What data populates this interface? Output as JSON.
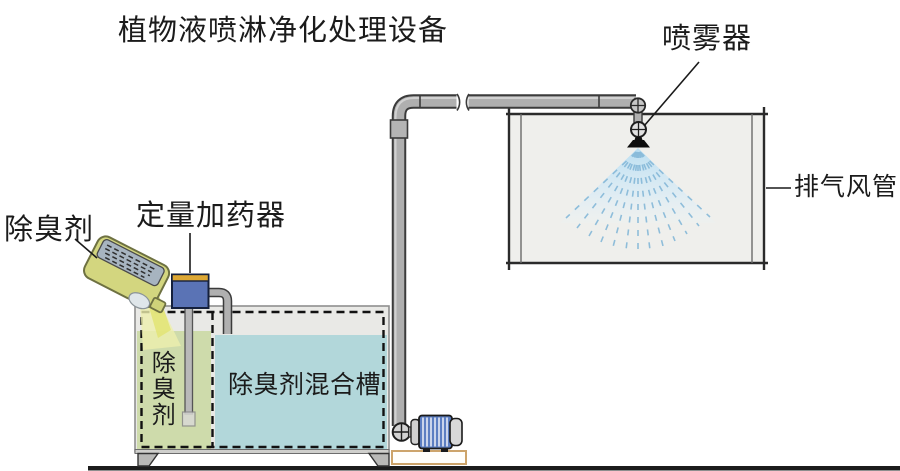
{
  "diagram": {
    "title": "植物液喷淋净化处理设备",
    "labels": {
      "sprayer": "喷雾器",
      "exhaust_duct": "排气风管",
      "deodorant_bottle": "除臭剂",
      "dosing_device": "定量加药器",
      "tank_left_compartment": "除臭剂",
      "mixing_tank": "除臭剂混合槽"
    },
    "colors": {
      "left_liquid": "#cedbab",
      "mixing_liquid": "#b2d7da",
      "tank_headspace": "#e9e9e6",
      "duct_interior": "#efefec",
      "dosing_box": "#5a73b5",
      "dosing_box_lid": "#dda733",
      "pump_body": "#5c7ec2",
      "bottle_body": "#d3d67f",
      "bottle_label": "#a7b4c0",
      "pour_stream": "#e2e478",
      "pour_fan": "#edefae",
      "spray_mist": "#bfe0f2",
      "spray_rays": "#85b8d8",
      "pipe_fill": "#afafaf",
      "pipe_outline": "#3b3b3b",
      "plinth_outline": "#cda46a",
      "ground": "#1c1c1c"
    }
  }
}
